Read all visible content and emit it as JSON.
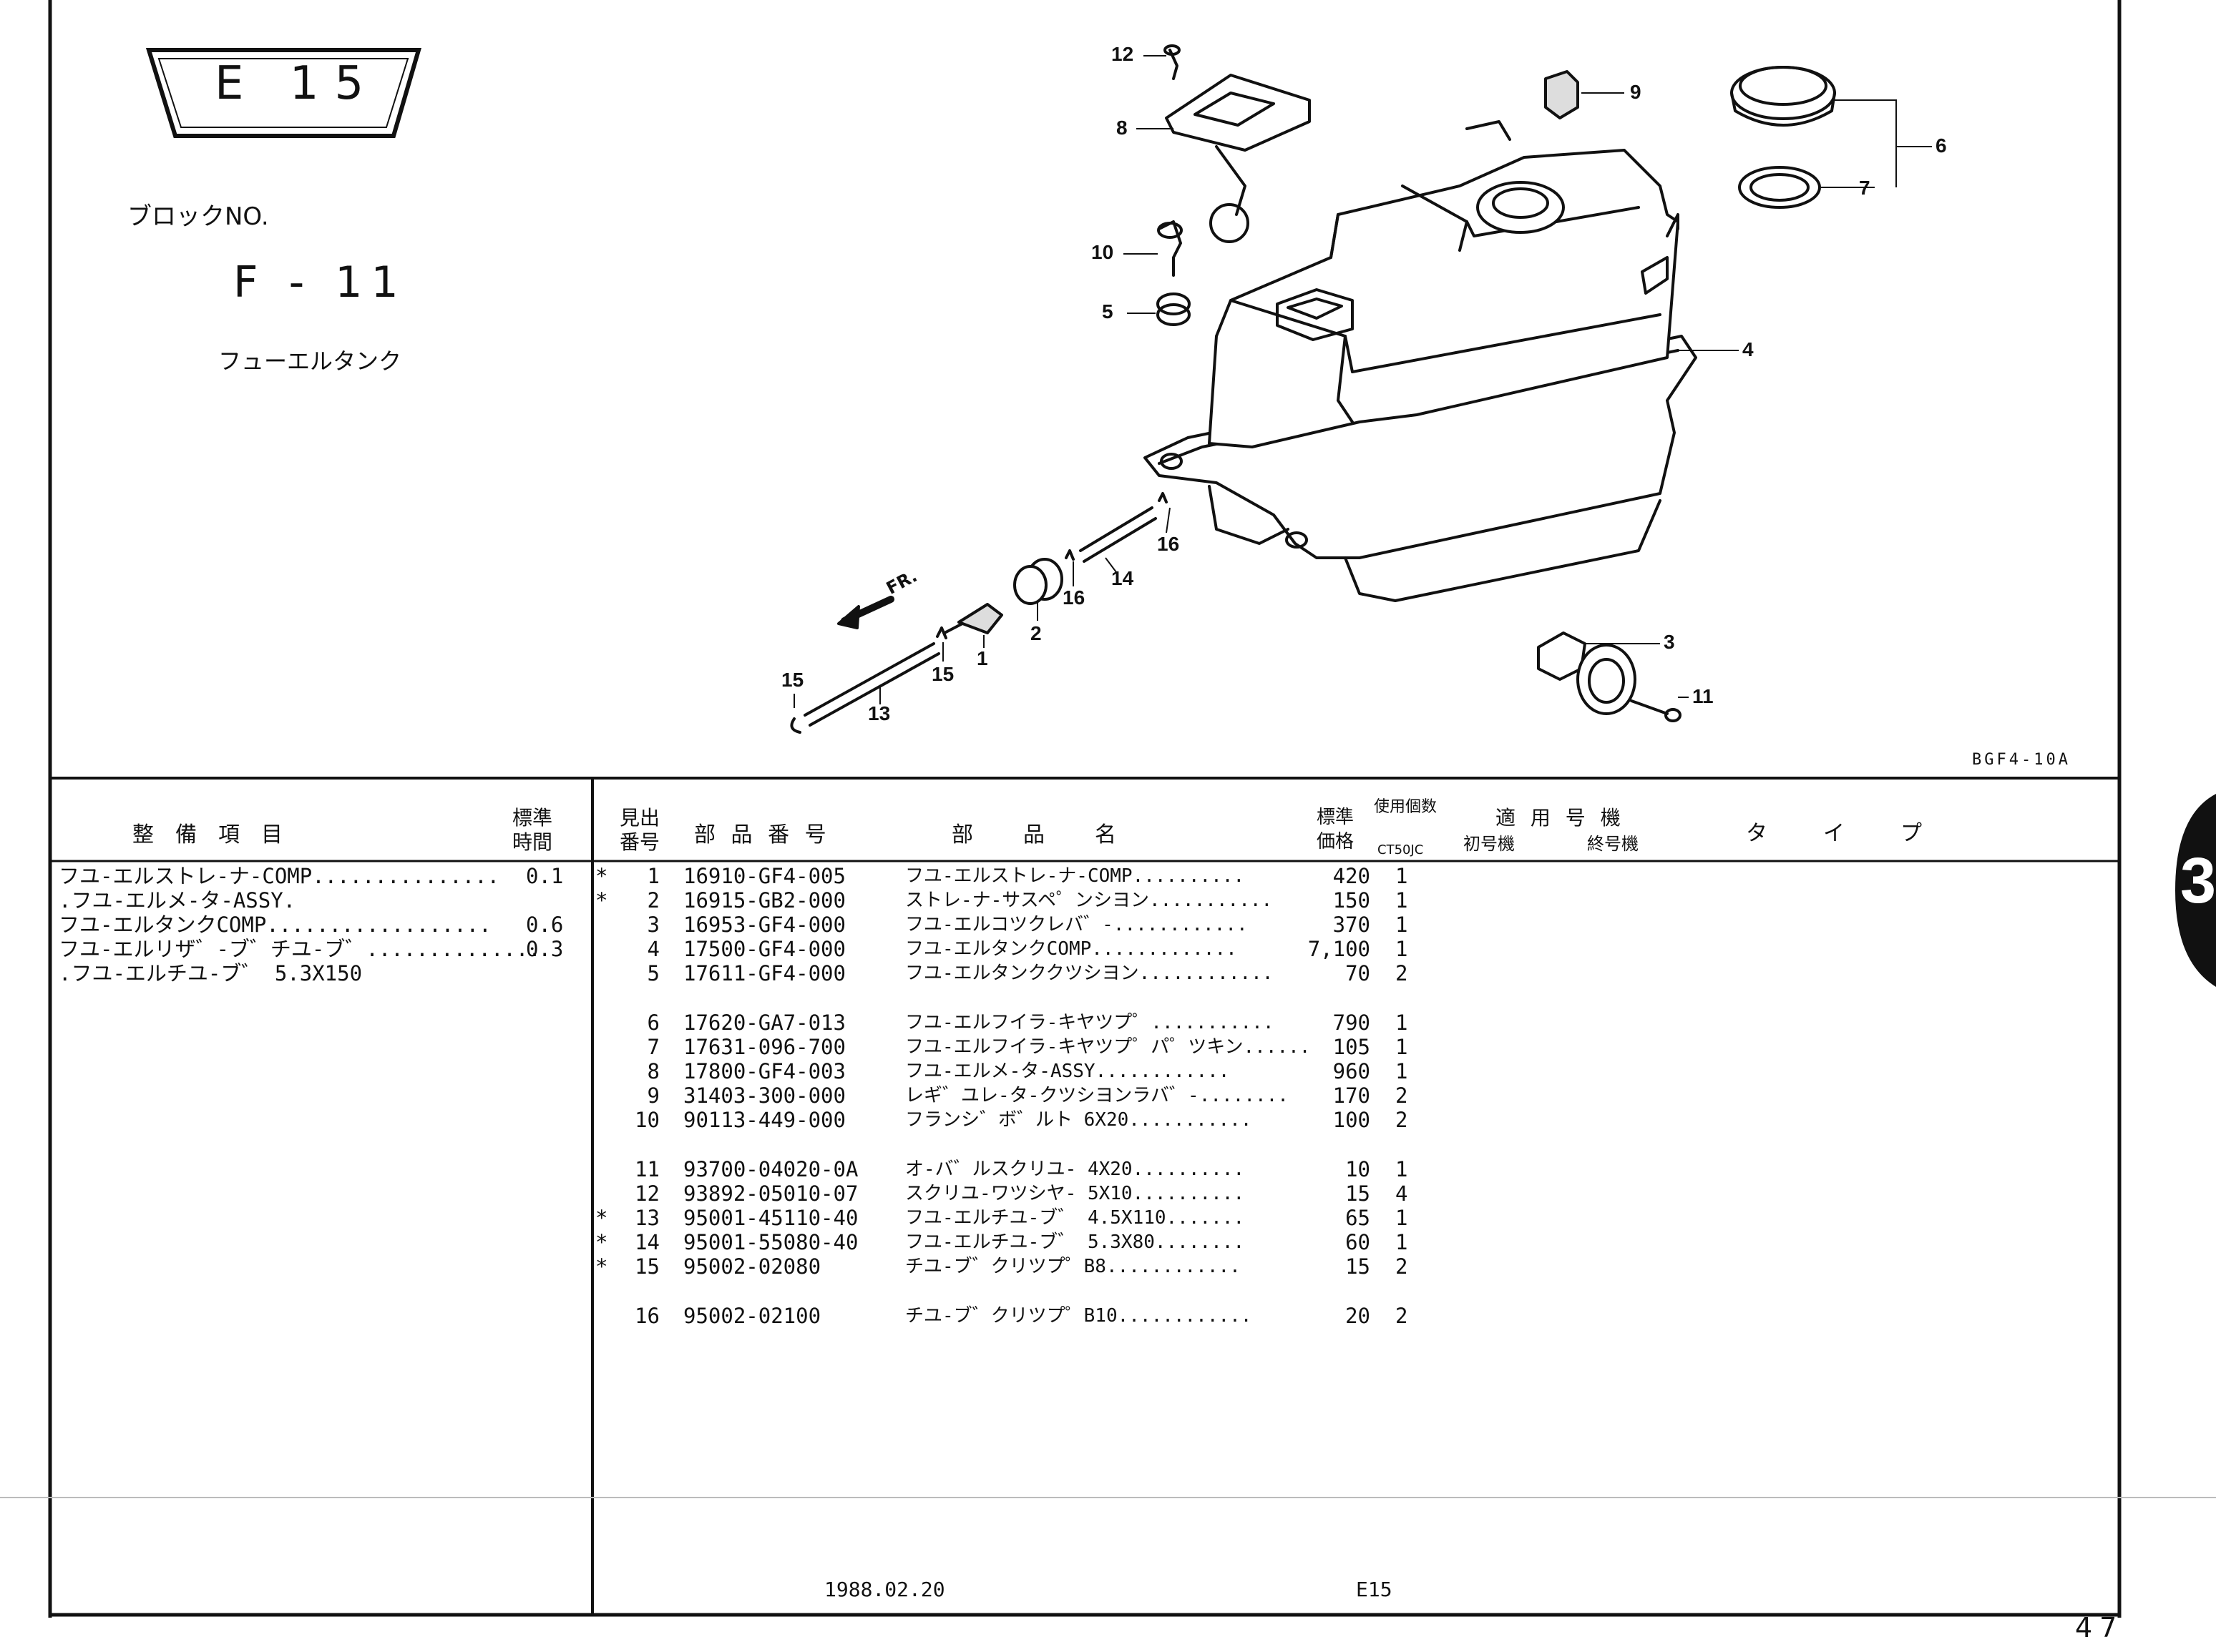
{
  "block_badge": "E 15",
  "block_no_label": "ブロックNO.",
  "block_code": "F - 11",
  "block_name": "フューエルタンク",
  "diagram_code": "BGF4-10A",
  "front_label": "FR.",
  "callouts": [
    "1",
    "2",
    "3",
    "4",
    "5",
    "6",
    "7",
    "8",
    "9",
    "10",
    "11",
    "12",
    "13",
    "14",
    "15",
    "16"
  ],
  "service_header": {
    "item": "整　備　項　目",
    "time_line1": "標準",
    "time_line2": "時間"
  },
  "parts_header": {
    "ref_line1": "見出",
    "ref_line2": "番号",
    "part_number": "部 品 番 号",
    "part_name": "部　品　名",
    "price_line1": "標準",
    "price_line2": "価格",
    "qty_line1": "使用個数",
    "qty_model": "CT50JC",
    "applicable": "適 用 号 機",
    "first_serial": "初号機",
    "last_serial": "終号機",
    "type": "タ　イ　プ"
  },
  "service_items": [
    {
      "name": "フユ-エルストレ-ナ-COMP...............",
      "time": "0.1"
    },
    {
      "name": ".フユ-エルメ-タ-ASSY.",
      "time": ""
    },
    {
      "name": " フユ-エルタンクCOMP..................",
      "time": "0.6"
    },
    {
      "name": " フユ-エルリザ゛-ブ゛チユ-ブ゛..............",
      "time": "0.3"
    },
    {
      "name": ".フユ-エルチユ-ブ゛ 5.3X150",
      "time": ""
    }
  ],
  "parts": [
    {
      "mark": "*",
      "ref": "1",
      "part_no": "16910-GF4-005",
      "name": "フユ-エルストレ-ナ-COMP..........",
      "price": "420",
      "qty": "1"
    },
    {
      "mark": "*",
      "ref": "2",
      "part_no": "16915-GB2-000",
      "name": "ストレ-ナ-サスペ゜ンシヨン...........",
      "price": "150",
      "qty": "1"
    },
    {
      "mark": "",
      "ref": "3",
      "part_no": "16953-GF4-000",
      "name": "フユ-エルコツクレバ゛-............",
      "price": "370",
      "qty": "1"
    },
    {
      "mark": "",
      "ref": "4",
      "part_no": "17500-GF4-000",
      "name": "フユ-エルタンクCOMP.............",
      "price": "7,100",
      "qty": "1"
    },
    {
      "mark": "",
      "ref": "5",
      "part_no": "17611-GF4-000",
      "name": "フユ-エルタンククツシヨン............",
      "price": "70",
      "qty": "2"
    },
    {
      "mark": "",
      "ref": "6",
      "part_no": "17620-GA7-013",
      "name": "フユ-エルフイラ-キヤツプ゜...........",
      "price": "790",
      "qty": "1"
    },
    {
      "mark": "",
      "ref": "7",
      "part_no": "17631-096-700",
      "name": "フユ-エルフイラ-キヤツプ゜パ゜ツキン......",
      "price": "105",
      "qty": "1"
    },
    {
      "mark": "",
      "ref": "8",
      "part_no": "17800-GF4-003",
      "name": "フユ-エルメ-タ-ASSY............",
      "price": "960",
      "qty": "1"
    },
    {
      "mark": "",
      "ref": "9",
      "part_no": "31403-300-000",
      "name": "レギ゛ユレ-タ-クツシヨンラバ゛-........",
      "price": "170",
      "qty": "2"
    },
    {
      "mark": "",
      "ref": "10",
      "part_no": "90113-449-000",
      "name": "フランシ゛ボ゛ルト 6X20...........",
      "price": "100",
      "qty": "2"
    },
    {
      "mark": "",
      "ref": "11",
      "part_no": "93700-04020-0A",
      "name": "オ-バ゛ルスクリユ- 4X20..........",
      "price": "10",
      "qty": "1"
    },
    {
      "mark": "",
      "ref": "12",
      "part_no": "93892-05010-07",
      "name": "スクリユ-ワツシヤ- 5X10..........",
      "price": "15",
      "qty": "4"
    },
    {
      "mark": "*",
      "ref": "13",
      "part_no": "95001-45110-40",
      "name": "フユ-エルチユ-ブ゛ 4.5X110.......",
      "price": "65",
      "qty": "1"
    },
    {
      "mark": "*",
      "ref": "14",
      "part_no": "95001-55080-40",
      "name": "フユ-エルチユ-ブ゛ 5.3X80........",
      "price": "60",
      "qty": "1"
    },
    {
      "mark": "*",
      "ref": "15",
      "part_no": "95002-02080",
      "name": "チユ-ブ゛クリツプ゜B8............",
      "price": "15",
      "qty": "2"
    },
    {
      "mark": "",
      "ref": "16",
      "part_no": "95002-02100",
      "name": "チユ-ブ゛クリツプ゜B10............",
      "price": "20",
      "qty": "2"
    }
  ],
  "footer_date": "1988.02.20",
  "footer_code": "E15",
  "page_number": "47"
}
